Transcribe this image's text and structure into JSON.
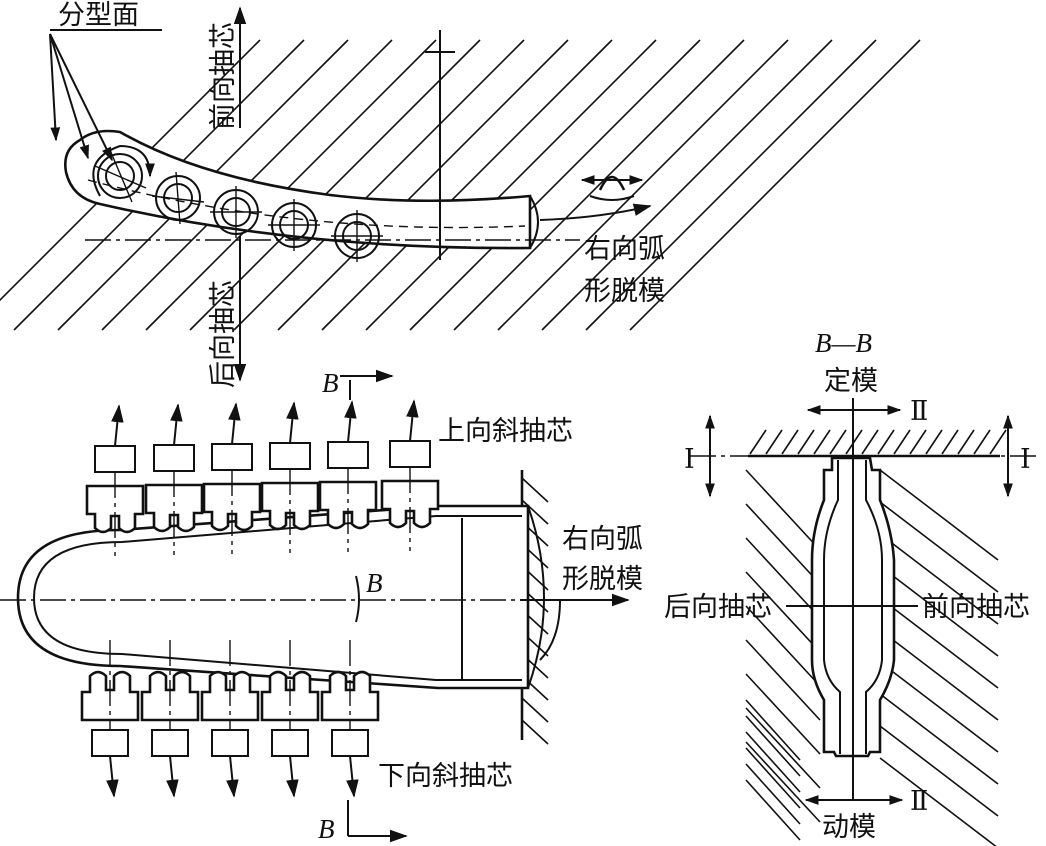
{
  "labels": {
    "parting_surface": "分型面",
    "front_core_pull_vertical": "前向抽芯",
    "rear_core_pull_vertical": "后向抽芯",
    "right_arc_demold_line1": "右向弧",
    "right_arc_demold_line2": "形脱模",
    "upper_oblique_core_pull": "上向斜抽芯",
    "lower_oblique_core_pull": "下向斜抽芯",
    "right_arc_demold_mid_line1": "右向弧",
    "right_arc_demold_mid_line2": "形脱模",
    "section_title": "B—B",
    "fixed_mold": "定模",
    "moving_mold": "动模",
    "rear_core_pull": "后向抽芯",
    "front_core_pull": "前向抽芯",
    "section_b_top": "B",
    "section_b_bottom": "B",
    "section_b_mid": "B",
    "roman_ii_top": "Ⅱ",
    "roman_ii_bottom": "Ⅱ",
    "roman_i_left": "Ⅰ",
    "roman_i_right": "Ⅰ"
  },
  "colors": {
    "ink": "#111111",
    "paper": "#ffffff"
  }
}
